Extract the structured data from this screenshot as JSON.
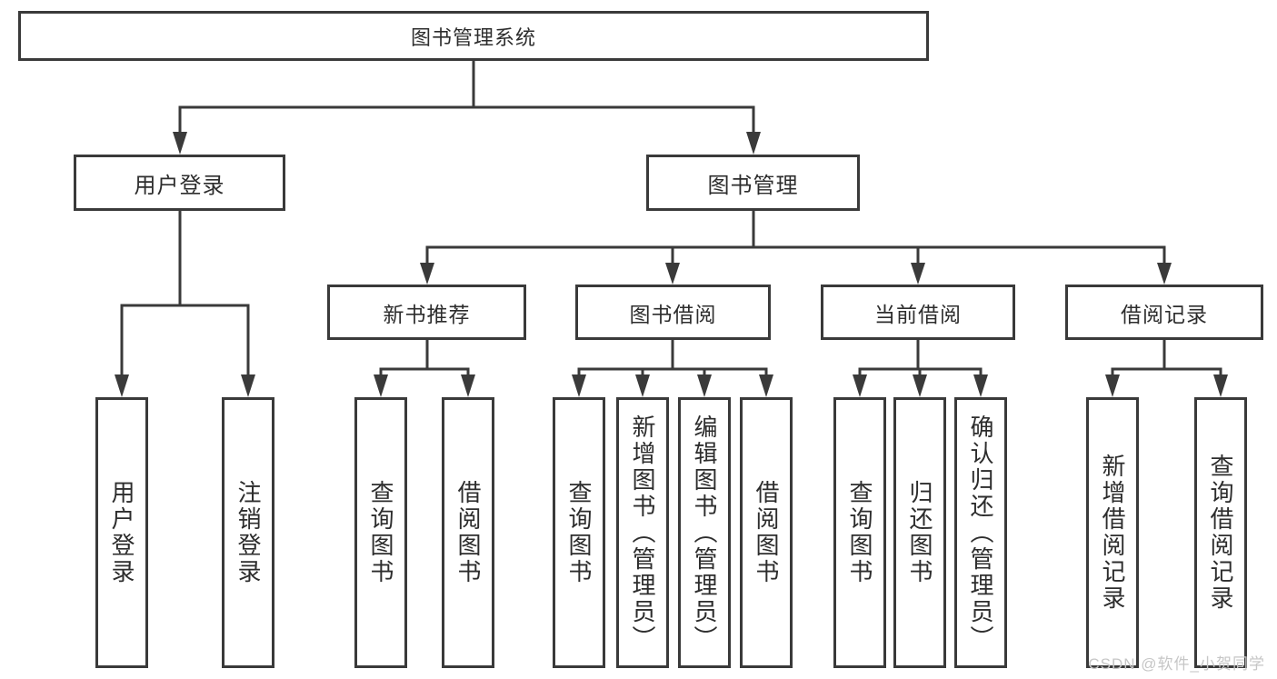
{
  "diagram": {
    "root": {
      "label": "图书管理系统"
    },
    "branches": [
      {
        "label": "用户登录",
        "children": [
          {
            "label": "用户登录"
          },
          {
            "label": "注销登录"
          }
        ]
      },
      {
        "label": "图书管理",
        "groups": [
          {
            "label": "新书推荐",
            "children": [
              {
                "label": "查询图书"
              },
              {
                "label": "借阅图书"
              }
            ]
          },
          {
            "label": "图书借阅",
            "children": [
              {
                "label": "查询图书"
              },
              {
                "label": "新增图书（管理员）"
              },
              {
                "label": "编辑图书（管理员）"
              },
              {
                "label": "借阅图书"
              }
            ]
          },
          {
            "label": "当前借阅",
            "children": [
              {
                "label": "查询图书"
              },
              {
                "label": "归还图书"
              },
              {
                "label": "确认归还（管理员）"
              }
            ]
          },
          {
            "label": "借阅记录",
            "children": [
              {
                "label": "新增借阅记录"
              },
              {
                "label": "查询借阅记录"
              }
            ]
          }
        ]
      }
    ]
  },
  "watermark": {
    "text": "CSDN @软件_小贺同学"
  },
  "colors": {
    "line": "#3a3a3a",
    "border": "#3a3a3a",
    "text": "#2d2d2d",
    "watermark": "#c6c6c6",
    "background": "#ffffff"
  }
}
